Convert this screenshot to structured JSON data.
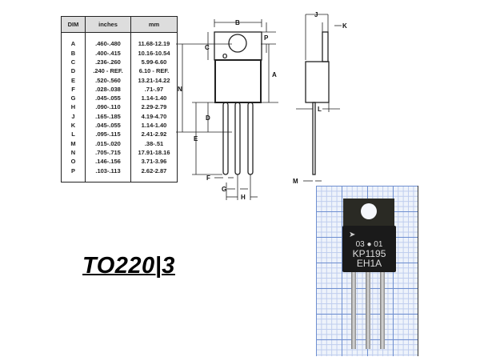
{
  "table": {
    "headers": [
      "DIM",
      "inches",
      "mm"
    ],
    "rows": [
      [
        "A",
        ".460-.480",
        "11.68-12.19"
      ],
      [
        "B",
        ".400-.415",
        "10.16-10.54"
      ],
      [
        "C",
        ".236-.260",
        "5.99-6.60"
      ],
      [
        "D",
        ".240 - REF.",
        "6.10 - REF."
      ],
      [
        "E",
        ".520-.560",
        "13.21-14.22"
      ],
      [
        "F",
        ".028-.038",
        ".71-.97"
      ],
      [
        "G",
        ".045-.055",
        "1.14-1.40"
      ],
      [
        "H",
        ".090-.110",
        "2.29-2.79"
      ],
      [
        "J",
        ".165-.185",
        "4.19-4.70"
      ],
      [
        "K",
        ".045-.055",
        "1.14-1.40"
      ],
      [
        "L",
        ".095-.115",
        "2.41-2.92"
      ],
      [
        "M",
        ".015-.020",
        ".38-.51"
      ],
      [
        "N",
        ".705-.715",
        "17.91-18.16"
      ],
      [
        "O",
        ".146-.156",
        "3.71-3.96"
      ],
      [
        "P",
        ".103-.113",
        "2.62-2.87"
      ]
    ]
  },
  "diagram_labels": {
    "A": "A",
    "B": "B",
    "C": "C",
    "D": "D",
    "E": "E",
    "F": "F",
    "G": "G",
    "H": "H",
    "J": "J",
    "K": "K",
    "L": "L",
    "M": "M",
    "N": "N",
    "O": "O",
    "P": "P"
  },
  "title": "TO220|3",
  "photo": {
    "line1": "03 ● 01",
    "line2": "KP1195",
    "line3": "EH1A"
  }
}
